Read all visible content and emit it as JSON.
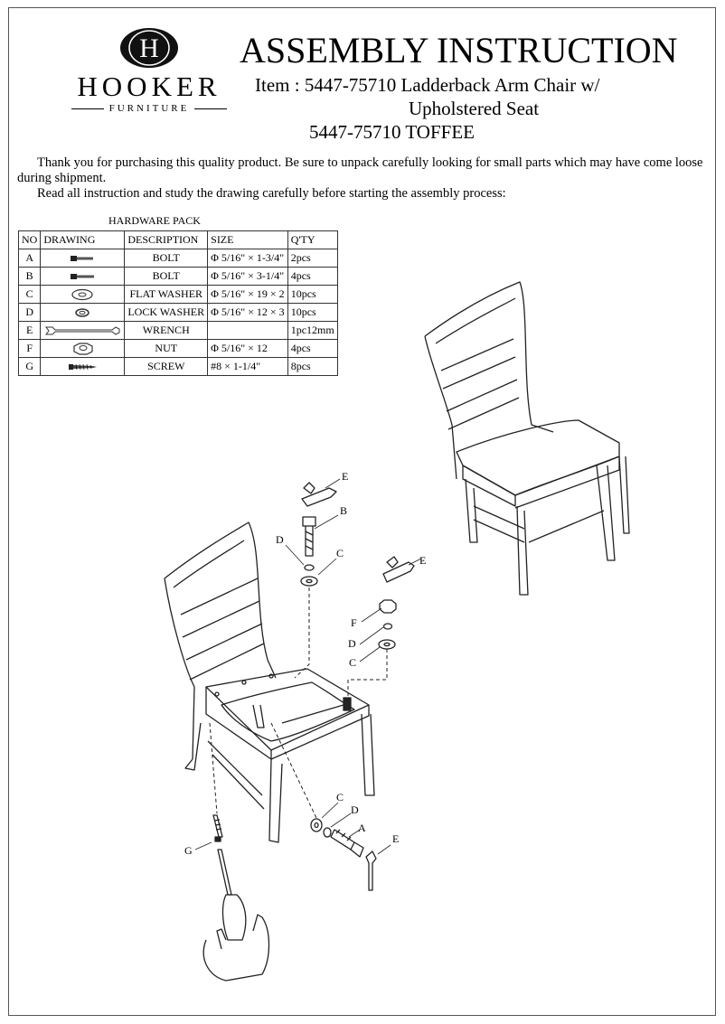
{
  "brand": {
    "name": "HOOKER",
    "sub": "FURNITURE",
    "monogram": "H"
  },
  "title": "ASSEMBLY INSTRUCTION",
  "item": {
    "line1": "Item :  5447-75710 Ladderback Arm Chair w/",
    "line2": "Upholstered Seat",
    "line3": "5447-75710 TOFFEE"
  },
  "intro": {
    "p1": "Thank you for purchasing this quality product. Be sure to unpack carefully looking for small parts which may have come loose during shipment.",
    "p2": "Read all instruction and study the drawing carefully before starting the assembly process:"
  },
  "hardware": {
    "title": "HARDWARE PACK",
    "headers": [
      "NO",
      "DRAWING",
      "DESCRIPTION",
      "SIZE",
      "Q'TY"
    ],
    "rows": [
      {
        "no": "A",
        "icon": "bolt-short-icon",
        "desc": "BOLT",
        "size": "Φ 5/16\" × 1-3/4\"",
        "qty": "2pcs"
      },
      {
        "no": "B",
        "icon": "bolt-long-icon",
        "desc": "BOLT",
        "size": "Φ 5/16\" × 3-1/4\"",
        "qty": "4pcs"
      },
      {
        "no": "C",
        "icon": "flat-washer-icon",
        "desc": "FLAT WASHER",
        "size": "Φ 5/16\" × 19 × 2",
        "qty": "10pcs"
      },
      {
        "no": "D",
        "icon": "lock-washer-icon",
        "desc": "LOCK WASHER",
        "size": "Φ 5/16\" × 12 × 3",
        "qty": "10pcs"
      },
      {
        "no": "E",
        "icon": "wrench-icon",
        "desc": "WRENCH",
        "size": "",
        "qty": "1pc12mm"
      },
      {
        "no": "F",
        "icon": "nut-icon",
        "desc": "NUT",
        "size": "Φ 5/16\" × 12",
        "qty": "4pcs"
      },
      {
        "no": "G",
        "icon": "screw-icon",
        "desc": "SCREW",
        "size": "#8 × 1-1/4\"",
        "qty": "8pcs"
      }
    ]
  },
  "callouts": {
    "e_top": "E",
    "b": "B",
    "d_top": "D",
    "c_top": "C",
    "e_right": "E",
    "f": "F",
    "d_right": "D",
    "c_right": "C",
    "c_bottom": "C",
    "d_bottom": "D",
    "a": "A",
    "e_bottom": "E",
    "g": "G"
  }
}
